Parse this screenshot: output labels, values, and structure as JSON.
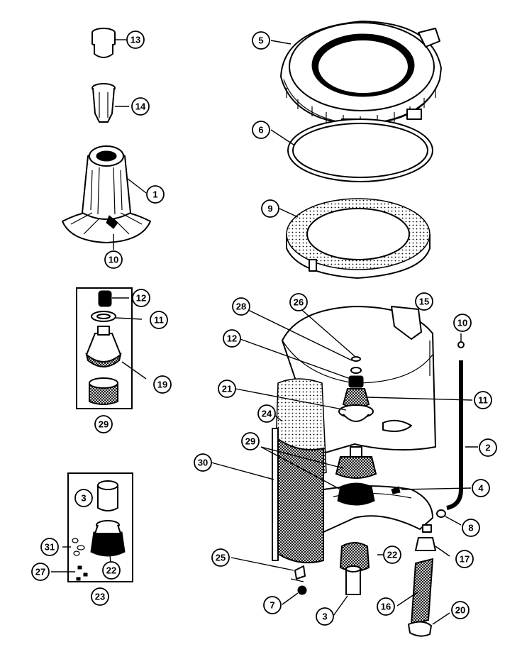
{
  "callouts": [
    {
      "id": "c13a",
      "label": "13"
    },
    {
      "id": "c14a",
      "label": "14"
    },
    {
      "id": "c1a",
      "label": "1"
    },
    {
      "id": "c10a",
      "label": "10"
    },
    {
      "id": "c12a",
      "label": "12"
    },
    {
      "id": "c11a",
      "label": "11"
    },
    {
      "id": "c19a",
      "label": "19"
    },
    {
      "id": "c29a",
      "label": "29"
    },
    {
      "id": "c3a",
      "label": "3"
    },
    {
      "id": "c31a",
      "label": "31"
    },
    {
      "id": "c22a",
      "label": "22"
    },
    {
      "id": "c27a",
      "label": "27"
    },
    {
      "id": "c23a",
      "label": "23"
    },
    {
      "id": "c5a",
      "label": "5"
    },
    {
      "id": "c6a",
      "label": "6"
    },
    {
      "id": "c9a",
      "label": "9"
    },
    {
      "id": "c15a",
      "label": "15"
    },
    {
      "id": "c28a",
      "label": "28"
    },
    {
      "id": "c26a",
      "label": "26"
    },
    {
      "id": "c10b",
      "label": "10"
    },
    {
      "id": "c12b",
      "label": "12"
    },
    {
      "id": "c11b",
      "label": "11"
    },
    {
      "id": "c21a",
      "label": "21"
    },
    {
      "id": "c24a",
      "label": "24"
    },
    {
      "id": "c2a",
      "label": "2"
    },
    {
      "id": "c29b",
      "label": "29"
    },
    {
      "id": "c30a",
      "label": "30"
    },
    {
      "id": "c4a",
      "label": "4"
    },
    {
      "id": "c8a",
      "label": "8"
    },
    {
      "id": "c25a",
      "label": "25"
    },
    {
      "id": "c22b",
      "label": "22"
    },
    {
      "id": "c17a",
      "label": "17"
    },
    {
      "id": "c7a",
      "label": "7"
    },
    {
      "id": "c3b",
      "label": "3"
    },
    {
      "id": "c16a",
      "label": "16"
    },
    {
      "id": "c20a",
      "label": "20"
    }
  ]
}
